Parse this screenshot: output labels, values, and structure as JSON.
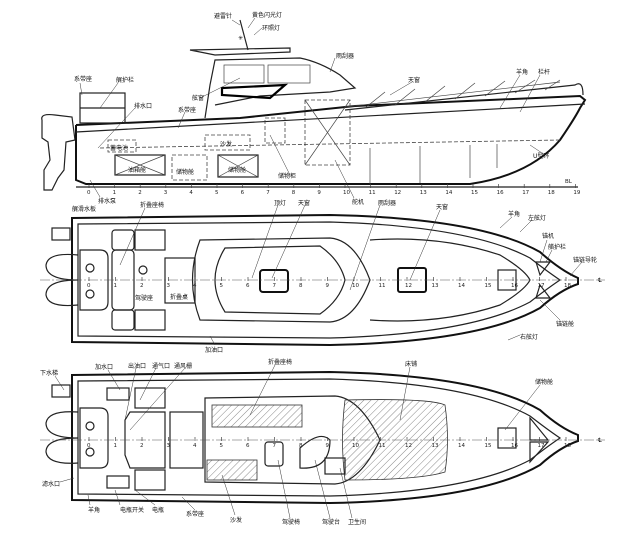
{
  "title": "Boat general arrangement drawing",
  "profile_view": {
    "labels": {
      "lightning_rod": "避雷针",
      "flash_light": "黄色闪光灯",
      "allround_light": "环照灯",
      "cleat_stern": "系带座",
      "stern_rail": "艉护栏",
      "drain": "排水口",
      "window": "舷窗",
      "cleat_mid": "系带座",
      "battery": "蓄电池",
      "sofa": "沙发",
      "fuel_tank": "油箱舱",
      "storage": "储物舱",
      "storage_locker": "储物柜",
      "wiper": "雨刮器",
      "skylight": "天窗",
      "cleat_bow": "羊角",
      "rail": "栏杆",
      "u_ring": "U型环",
      "rudder": "舵机",
      "pump": "排水泵",
      "transom_plate": "艉滑水板",
      "baseline": "BL"
    },
    "stations": [
      "0",
      "1",
      "2",
      "3",
      "4",
      "5",
      "6",
      "7",
      "8",
      "9",
      "10",
      "11",
      "12",
      "13",
      "14",
      "15",
      "16",
      "17",
      "18",
      "19"
    ]
  },
  "deck_plan_view": {
    "labels": {
      "folding_seat": "折叠座椅",
      "ceiling_light": "顶灯",
      "skylight_1": "天窗",
      "wiper": "雨刮器",
      "skylight_2": "天窗",
      "cleat": "羊角",
      "port_light": "左舷灯",
      "windlass": "锚机",
      "bow_rail": "艏护栏",
      "anchor_guide": "锚链导轮",
      "anchor_locker": "锚链舱",
      "starboard_light": "右舷灯",
      "fuel_filler": "加油口",
      "driver_seat": "驾驶座",
      "folding_table": "折叠桌",
      "centerline": "℄"
    },
    "stations": [
      "0",
      "1",
      "2",
      "3",
      "4",
      "5",
      "6",
      "7",
      "8",
      "9",
      "10",
      "11",
      "12",
      "13",
      "14",
      "15",
      "16",
      "17",
      "18"
    ]
  },
  "interior_plan_view": {
    "labels": {
      "ladder": "下水梯",
      "water_filler": "加水口",
      "fuel_outlet": "出油口",
      "vent": "通气口",
      "vent_grille": "通风栅",
      "folding_seat": "折叠座椅",
      "bed": "床铺",
      "storage": "储物舱",
      "drain": "滤水口",
      "cleat": "羊角",
      "battery_switch": "电瓶开关",
      "battery": "电瓶",
      "cleat_base": "系带座",
      "sofa": "沙发",
      "driver_chair": "驾驶椅",
      "console": "驾驶台",
      "toilet": "卫生间",
      "centerline": "℄"
    },
    "stations": [
      "0",
      "1",
      "2",
      "3",
      "4",
      "5",
      "6",
      "7",
      "8",
      "9",
      "10",
      "11",
      "12",
      "13",
      "14",
      "15",
      "16",
      "17",
      "18"
    ]
  }
}
